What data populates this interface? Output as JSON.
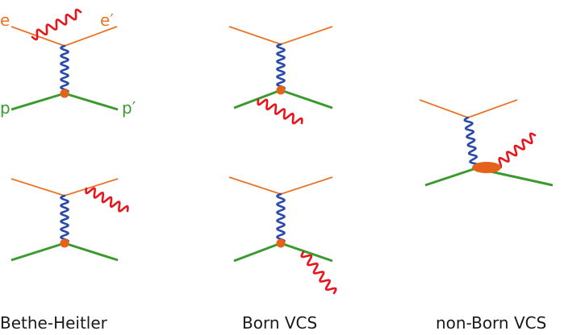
{
  "labels": {
    "e_in": "e",
    "e_out": "e′",
    "p_in": "p",
    "p_out": "p′"
  },
  "captions": {
    "bethe_heitler": "Bethe-Heitler",
    "born_vcs": "Born VCS",
    "non_born_vcs": "non-Born VCS"
  },
  "colors": {
    "electron": "#e8752a",
    "proton": "#3a9a2e",
    "virtual_photon": "#2a4aa8",
    "real_photon": "#e8161c",
    "vertex": "#e5621a",
    "text_electron": "#e8752a",
    "text_proton": "#3a9a2e",
    "caption": "#1a1a1a"
  }
}
